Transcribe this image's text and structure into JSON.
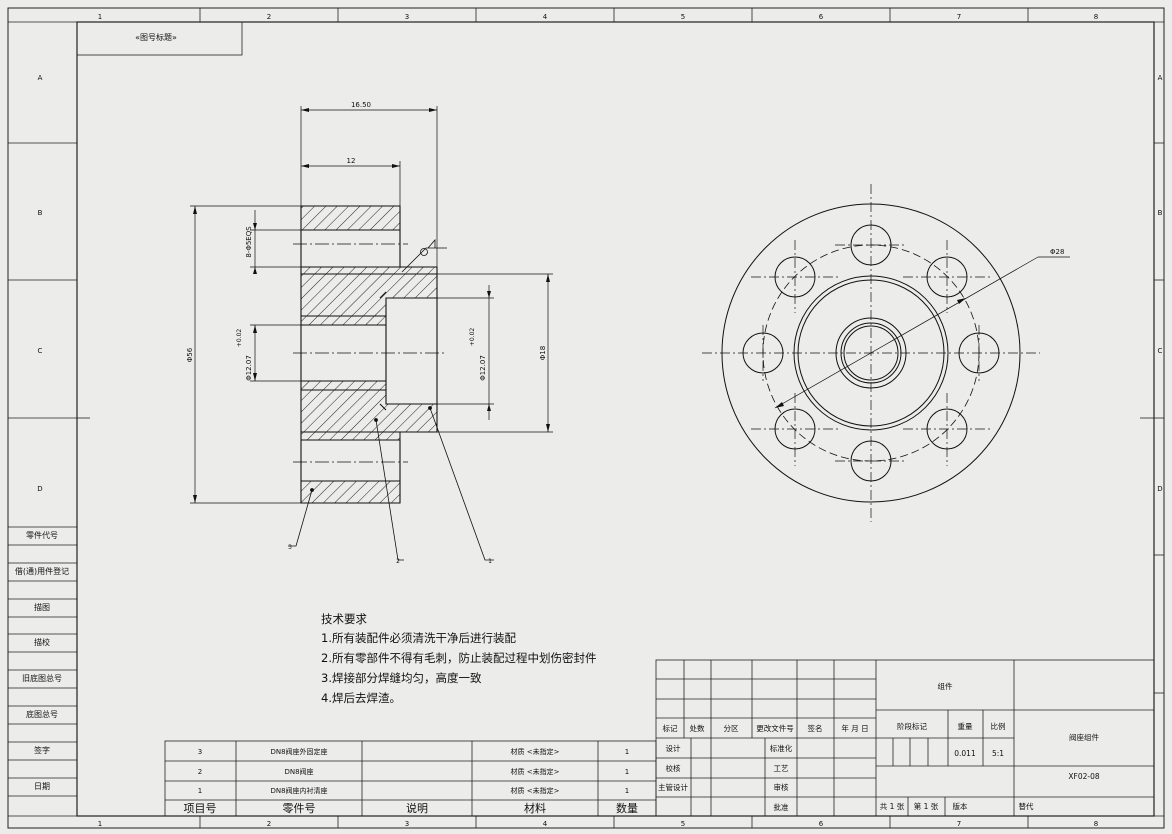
{
  "zone_numbers": [
    "1",
    "2",
    "3",
    "4",
    "5",
    "6",
    "7",
    "8"
  ],
  "zone_letters": [
    "A",
    "B",
    "C",
    "D"
  ],
  "corner_label": "«图号标题»",
  "dimensions": {
    "overall_width": "16.50",
    "partial_width": "12",
    "bolt_holes": "8-Φ5EQS",
    "outer_diameter": "Φ56",
    "bore_inner": "Φ12.07",
    "bore_inner_tol": "+0.02",
    "bore_mid": "Φ12.07",
    "bore_mid_tol": "+0.02",
    "hub_diameter": "Φ18",
    "bolt_circle": "Φ28"
  },
  "callouts": [
    "1",
    "2",
    "3"
  ],
  "tech_requirements": {
    "title": "技术要求",
    "items": [
      "1.所有装配件必须清洗干净后进行装配",
      "2.所有零部件不得有毛刺，防止装配过程中划伤密封件",
      "3.焊接部分焊缝均匀，高度一致",
      "4.焊后去焊渣。"
    ]
  },
  "left_panel": [
    "零件代号",
    "借(通)用件登记",
    "描图",
    "描校",
    "旧底图总号",
    "底图总号",
    "签字",
    "日期"
  ],
  "bom": {
    "headers": {
      "item": "项目号",
      "part": "零件号",
      "desc": "说明",
      "material": "材料",
      "qty": "数量"
    },
    "rows": [
      {
        "item": "3",
        "part": "DN8阀座外固定座",
        "desc": "",
        "material": "材质 <未指定>",
        "qty": "1"
      },
      {
        "item": "2",
        "part": "DN8阀座",
        "desc": "",
        "material": "材质 <未指定>",
        "qty": "1"
      },
      {
        "item": "1",
        "part": "DN8阀座内衬清座",
        "desc": "",
        "material": "材质 <未指定>",
        "qty": "1"
      }
    ]
  },
  "title_block": {
    "rev_headers": [
      "标记",
      "处数",
      "分区",
      "更改文件号",
      "签名",
      "年 月 日"
    ],
    "roles_left": [
      "设计",
      "校核",
      "主管设计"
    ],
    "roles_right": [
      "标准化",
      "工艺",
      "审核",
      "批准"
    ],
    "group": "组件",
    "stage_label": "阶段标记",
    "weight_label": "重量",
    "scale_label": "比例",
    "weight_value": "0.011",
    "scale_value": "5:1",
    "part_name": "阀座组件",
    "drawing_no": "XF02-08",
    "sheets_total": "共 1 张",
    "sheet_no": "第 1 张",
    "version": "版本",
    "replaces": "替代"
  }
}
